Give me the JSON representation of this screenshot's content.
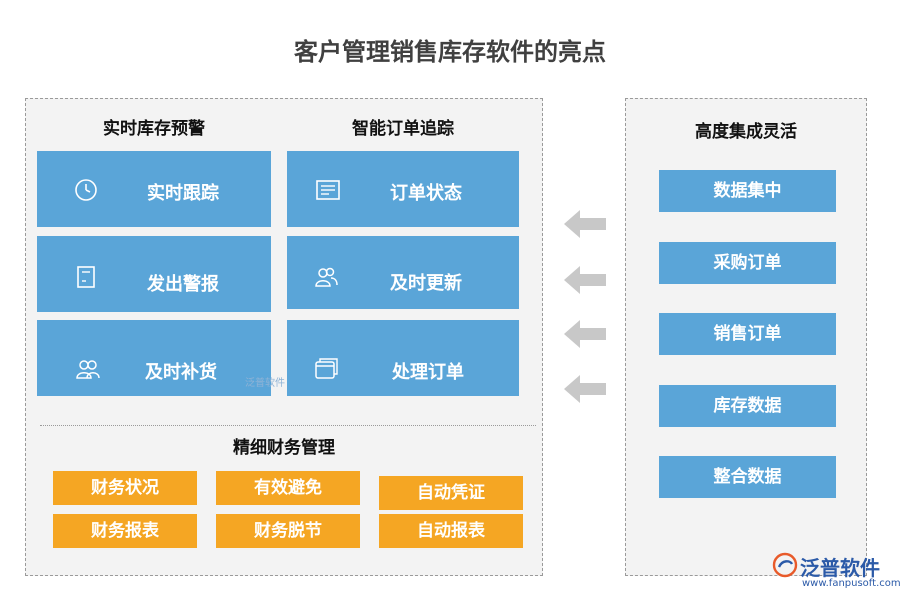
{
  "title": "客户管理销售库存软件的亮点",
  "left_panel": {
    "col1_heading": "实时库存预警",
    "col2_heading": "智能订单追踪",
    "boxes": [
      {
        "label": "实时跟踪",
        "icon": "clock-icon"
      },
      {
        "label": "订单状态",
        "icon": "document-list-icon"
      },
      {
        "label": "发出警报",
        "icon": "clipboard-icon"
      },
      {
        "label": "及时更新",
        "icon": "users-icon"
      },
      {
        "label": "及时补货",
        "icon": "group-icon"
      },
      {
        "label": "处理订单",
        "icon": "window-icon"
      }
    ],
    "finance_heading": "精细财务管理",
    "finance_items": [
      "财务状况",
      "有效避免",
      "自动凭证",
      "财务报表",
      "财务脱节",
      "自动报表"
    ]
  },
  "right_panel": {
    "heading": "高度集成灵活",
    "items": [
      "数据集中",
      "采购订单",
      "销售订单",
      "库存数据",
      "整合数据"
    ]
  },
  "watermark": "泛普软件",
  "logo": {
    "name": "泛普软件",
    "url": "www.fanpusoft.com"
  },
  "colors": {
    "blue": "#5aa5d8",
    "orange": "#f5a623",
    "panel_bg": "#f3f3f3",
    "arrow": "#c8c8c8",
    "title": "#404040"
  }
}
